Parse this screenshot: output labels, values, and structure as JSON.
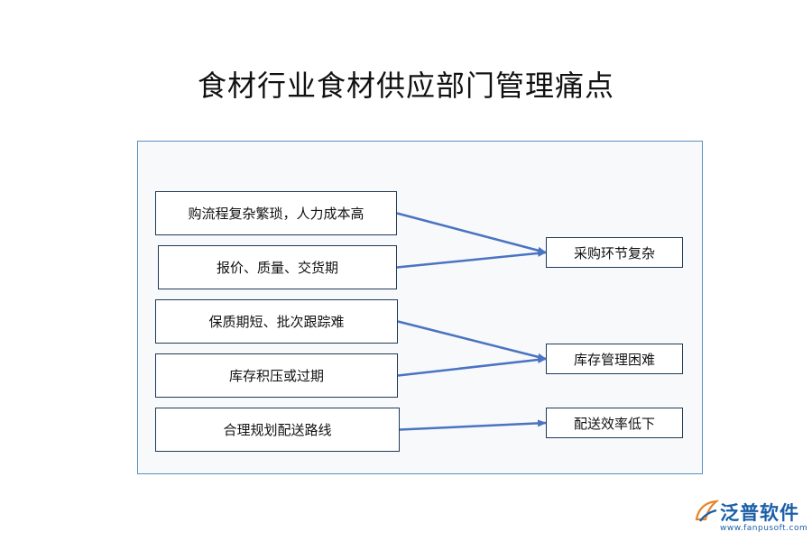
{
  "title": "食材行业食材供应部门管理痛点",
  "causes": [
    "购流程复杂繁琐，人力成本高",
    "报价、质量、交货期",
    "保质期短、批次跟踪难",
    "库存积压或过期",
    "合理规划配送路线"
  ],
  "issues": [
    "采购环节复杂",
    "库存管理困难",
    "配送效率低下"
  ],
  "connections": [
    {
      "from": 0,
      "to": 0
    },
    {
      "from": 1,
      "to": 0
    },
    {
      "from": 2,
      "to": 1
    },
    {
      "from": 3,
      "to": 1
    },
    {
      "from": 4,
      "to": 2
    }
  ],
  "logo": {
    "name": "泛普软件",
    "url": "www.fanpusoft.com"
  },
  "colors": {
    "arrow": "#4a73c2",
    "panel_border": "#5b8fbf",
    "box_border": "#1f3a55",
    "brand": "#1b5fa8"
  }
}
